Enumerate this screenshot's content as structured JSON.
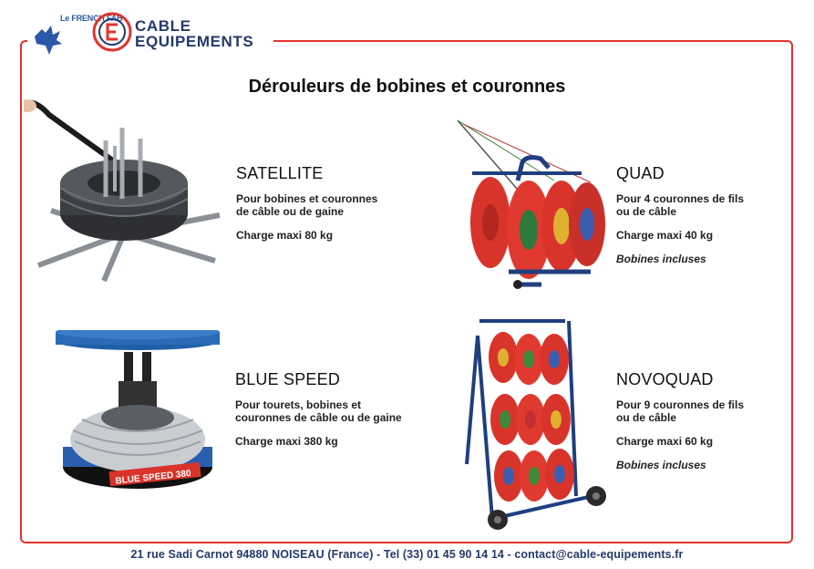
{
  "logo": {
    "french_fab": "Le FRENCH FAB",
    "brand_line1": "CABLE",
    "brand_line2": "EQUIPEMENTS"
  },
  "title": "Dérouleurs de bobines et couronnes",
  "products": [
    {
      "name": "SATELLITE",
      "desc": "Pour bobines et couronnes\nde câble ou de gaine",
      "load": "Charge maxi 80 kg",
      "extra": ""
    },
    {
      "name": "QUAD",
      "desc": "Pour 4 couronnes de fils\nou de câble",
      "load": "Charge maxi 40 kg",
      "extra": "Bobines incluses"
    },
    {
      "name": "BLUE SPEED",
      "desc": "Pour tourets, bobines et\ncouronnes de câble ou de gaine",
      "load": "Charge maxi 380 kg",
      "extra": ""
    },
    {
      "name": "NOVOQUAD",
      "desc": "Pour 9 couronnes de fils\nou de câble",
      "load": "Charge maxi 60 kg",
      "extra": "Bobines incluses"
    }
  ],
  "blue_speed_label": "BLUE SPEED 380",
  "footer": "21 rue Sadi Carnot 94880 NOISEAU (France) - Tel (33) 01 45 90 14 14 - contact@cable-equipements.fr",
  "colors": {
    "frame": "#e2332b",
    "brand": "#243a6b",
    "reel_red": "#d9342b",
    "blue": "#1f5fa8"
  }
}
